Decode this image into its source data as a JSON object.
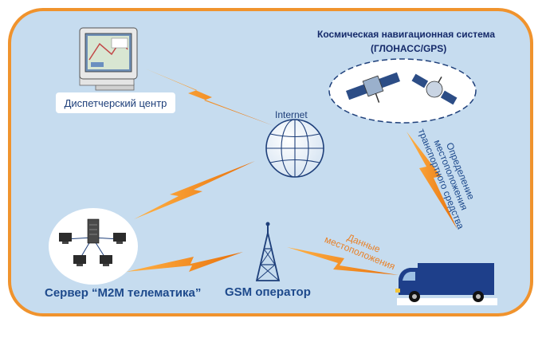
{
  "dispatch_center": {
    "label": "Диспетчерский центр"
  },
  "internet": {
    "label": "Internet"
  },
  "space_system": {
    "line1": "Космическая навигационная система",
    "line2": "(ГЛОНАСС/GPS)"
  },
  "location_determination": {
    "line1": "Определение",
    "line2": "местоположения",
    "line3": "транспортного средства"
  },
  "location_data": {
    "line1": "Данные",
    "line2": "местоположения"
  },
  "server": {
    "label": "Сервер “M2M телематика”"
  },
  "gsm": {
    "label": "GSM оператор"
  },
  "colors": {
    "panel": "#c6dcef",
    "border": "#f0932d",
    "lightning": "#f08a1e",
    "text_blue": "#1e4a8c"
  }
}
